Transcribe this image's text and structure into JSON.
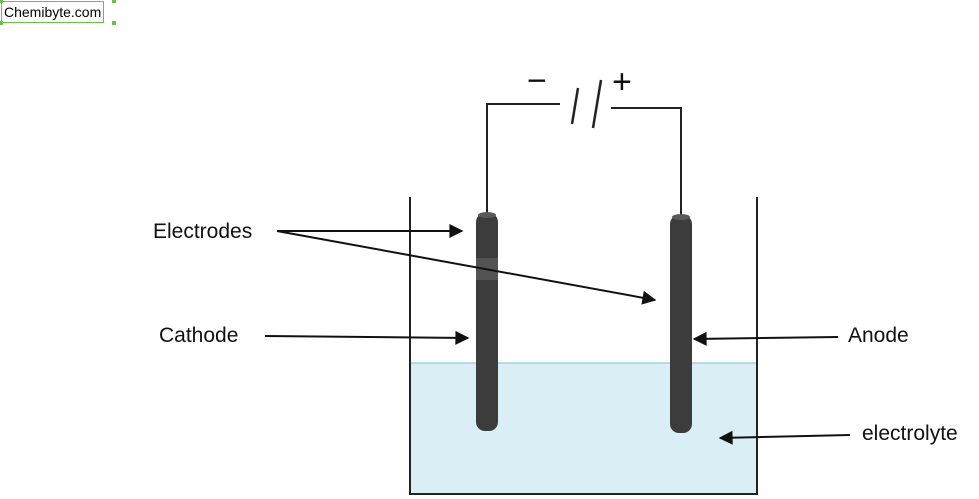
{
  "watermark": "Chemibyte.com",
  "battery": {
    "negative": "−",
    "positive": "+"
  },
  "labels": {
    "electrodes": "Electrodes",
    "cathode": "Cathode",
    "anode": "Anode",
    "electrolyte": "electrolyte"
  },
  "colors": {
    "electrolyte": "#daeff5",
    "electrode": "#3c3c3c",
    "line": "#111111",
    "accent": "#6cc04a"
  }
}
